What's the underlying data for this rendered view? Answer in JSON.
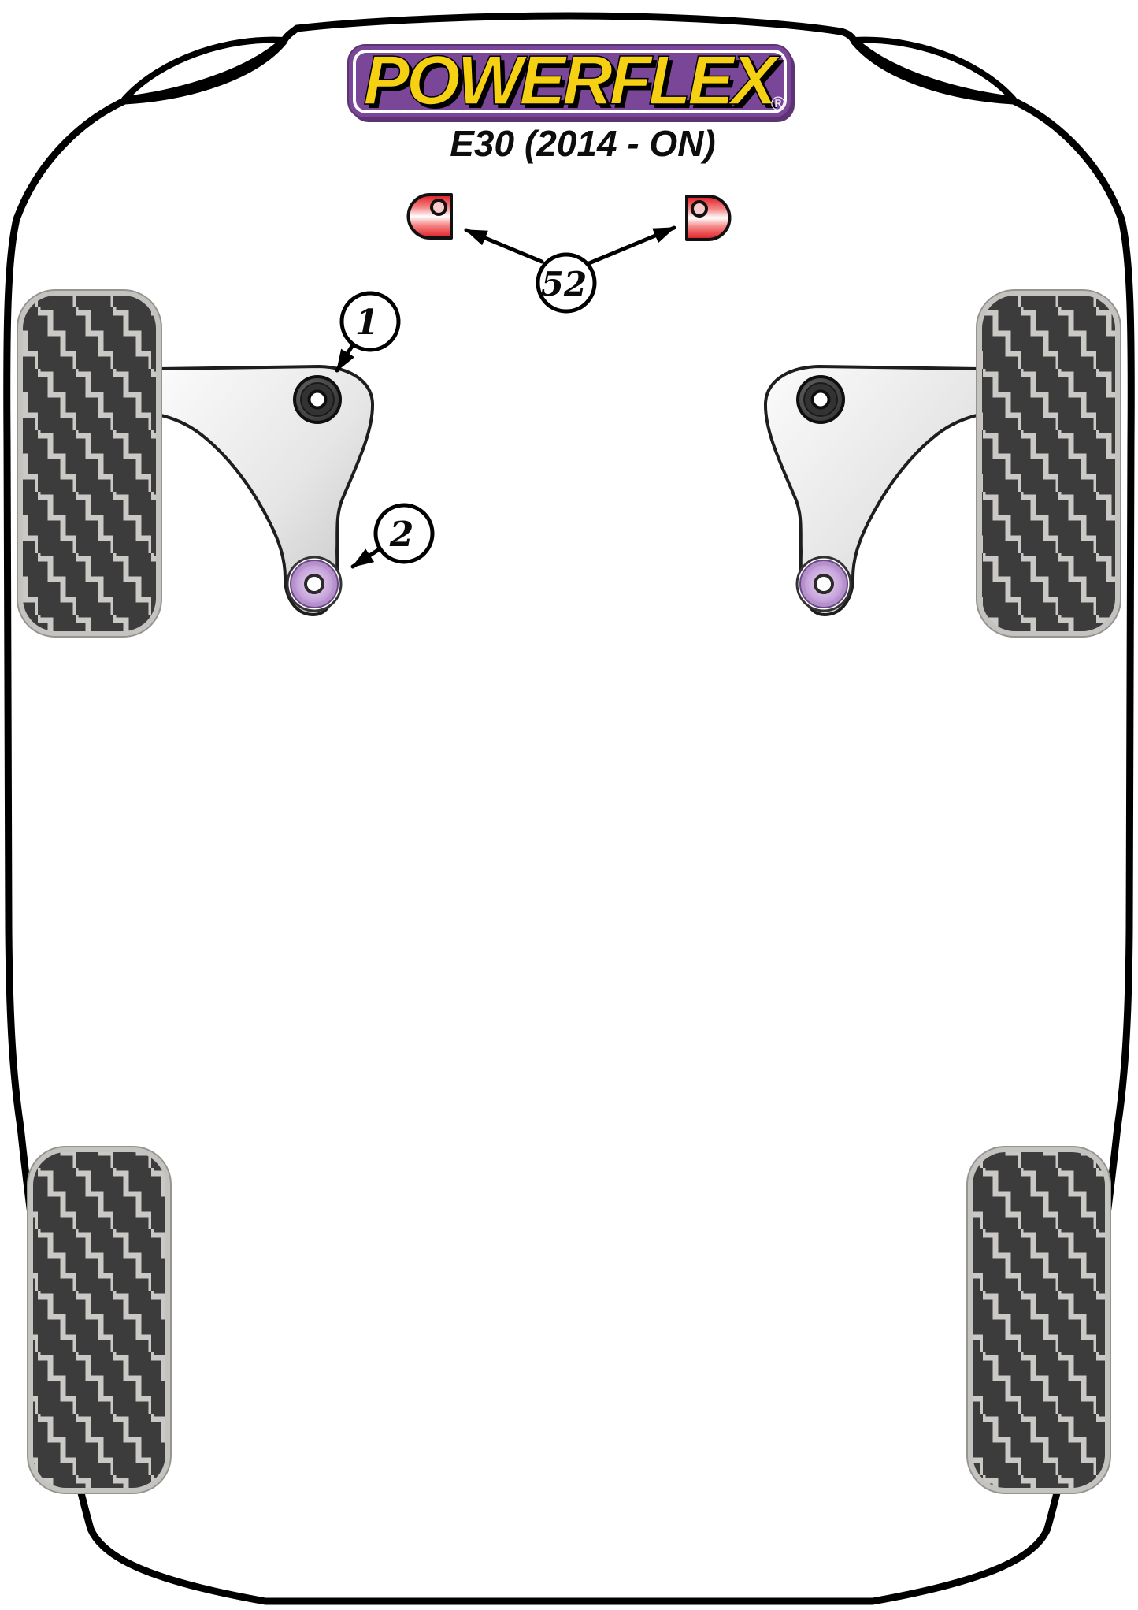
{
  "brand": {
    "logo_text": "POWERFLEX",
    "registered_mark": "®"
  },
  "title": "E30 (2014 - ON)",
  "callouts": {
    "front_upper_bushing": "1",
    "front_lower_bushing": "2",
    "jack_pad": "52"
  },
  "colors": {
    "brand_purple": "#7a4798",
    "brand_yellow": "#f6d013",
    "pad_red": "#df1a21",
    "bushing_purple": "#9d6fb8",
    "outline_black": "#000000"
  }
}
